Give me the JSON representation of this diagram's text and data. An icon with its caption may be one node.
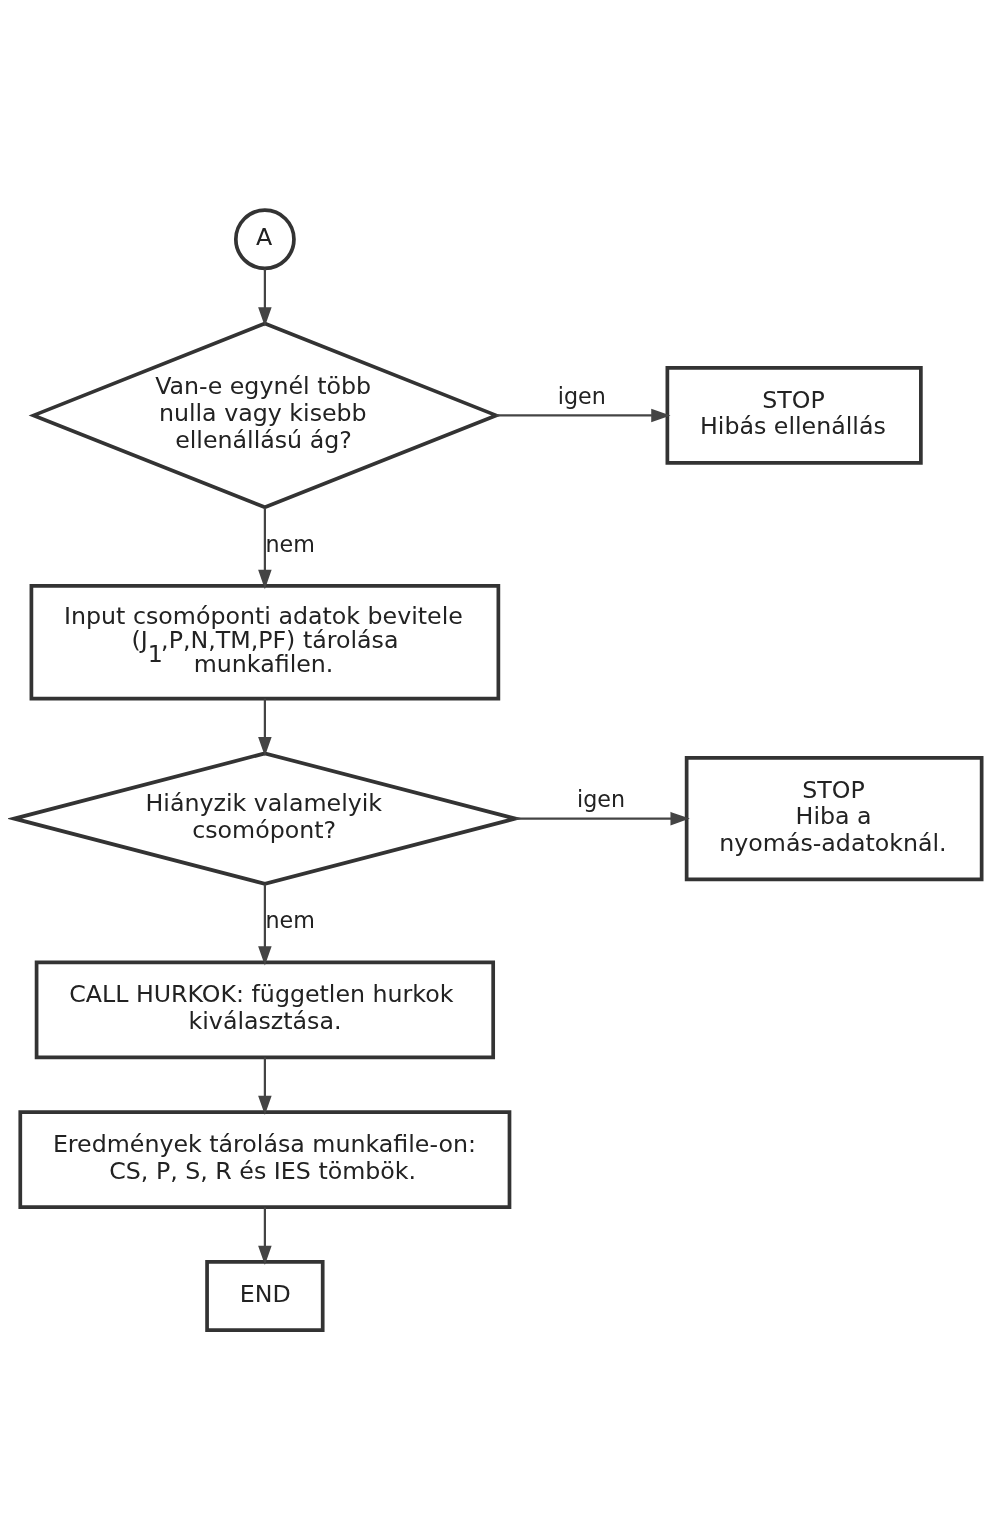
{
  "diagram": {
    "nodes": [
      {
        "text": [
          "A"
        ]
      },
      {
        "text": [
          "Van-e egynél több nulla vagy kisebb ellenállású ág?"
        ]
      },
      {
        "text": [
          "STOP",
          "Hibás ellenállás"
        ]
      },
      {
        "text": [
          "Input csomóponti adatok bevitele (J$_{1}$,P,N,TM,PF) tárolása munkafilen."
        ]
      },
      {
        "text": [
          "Hiányzik valamelyik csomópont?"
        ]
      },
      {
        "text": [
          "STOP",
          "Hiba a nyomás-adatoknál."
        ]
      },
      {
        "text": [
          "CALL HURKOK: független hurkok kiválasztása."
        ]
      },
      {
        "text": [
          "Eredmények tárolása munkafile-on: CS, P, S, R és IES tömbök."
        ]
      },
      {
        "text": [
          "END"
        ]
      }
    ],
    "edges": [
      {
        "from": 0,
        "to": 1,
        "arrow": "to"
      },
      {
        "from": 1,
        "to": 2,
        "arrow": "to",
        "label": "igen"
      },
      {
        "from": 1,
        "to": 3,
        "arrow": "to",
        "label": "nem"
      },
      {
        "from": 3,
        "to": 4,
        "arrow": "to"
      },
      {
        "from": 4,
        "to": 5,
        "arrow": "to",
        "label": "igen"
      },
      {
        "from": 4,
        "to": 6,
        "arrow": "to",
        "label": "nem"
      },
      {
        "from": 6,
        "to": 7,
        "arrow": "to"
      },
      {
        "from": 7,
        "to": 8,
        "arrow": "to"
      }
    ]
  }
}
